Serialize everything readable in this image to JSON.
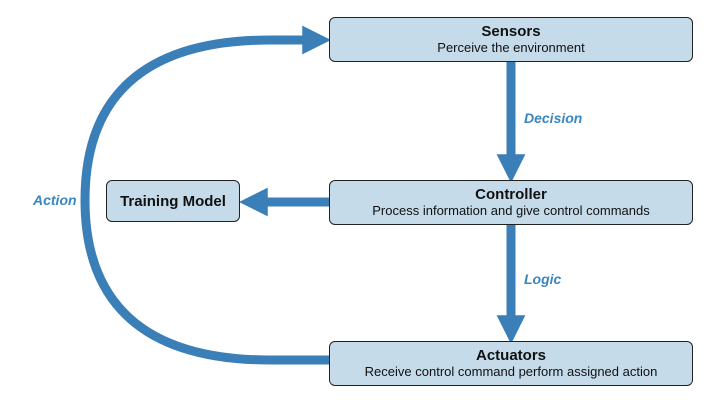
{
  "nodes": {
    "sensors": {
      "title": "Sensors",
      "subtitle": "Perceive the environment"
    },
    "controller": {
      "title": "Controller",
      "subtitle": "Process information and give control commands"
    },
    "actuators": {
      "title": "Actuators",
      "subtitle": "Receive control command perform assigned action"
    },
    "training": {
      "title": "Training Model"
    }
  },
  "edges": {
    "decision": "Decision",
    "logic": "Logic",
    "action": "Action"
  },
  "colors": {
    "arrow": "#3a7fb8",
    "node_fill": "#c5dbea",
    "label": "#3a86c0"
  }
}
